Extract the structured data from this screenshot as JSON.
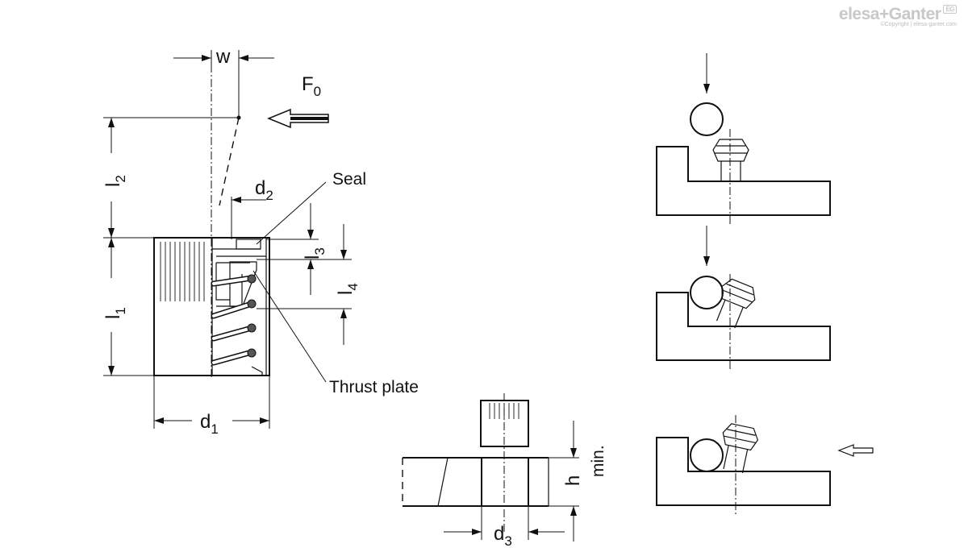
{
  "brand": {
    "logo_text": "elesa+Ganter",
    "badge": "EG",
    "copyright": "©Copyright | elesa-ganter.com"
  },
  "labels": {
    "w": "w",
    "f_main": "F",
    "f_sub": "0",
    "l2_main": "l",
    "l2_sub": "2",
    "d2_main": "d",
    "d2_sub": "2",
    "seal": "Seal",
    "l3_main": "l",
    "l3_sub": "3",
    "l4_main": "l",
    "l4_sub": "4",
    "l1_main": "l",
    "l1_sub": "1",
    "thrust_plate": "Thrust plate",
    "d1_main": "d",
    "d1_sub": "1",
    "h": "h",
    "min": "min.",
    "d3_main": "d",
    "d3_sub": "3"
  },
  "colors": {
    "line": "#111111",
    "logo": "#c8c8c8"
  }
}
